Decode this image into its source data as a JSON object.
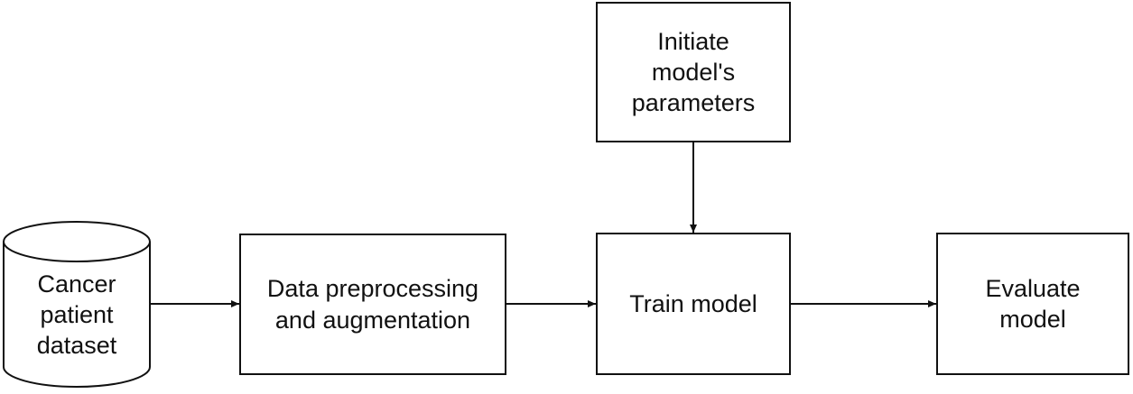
{
  "nodes": {
    "dataset": {
      "label": "Cancer\npatient\ndataset",
      "shape": "cylinder"
    },
    "preprocess": {
      "label": "Data preprocessing\nand augmentation",
      "shape": "rectangle"
    },
    "init_params": {
      "label": "Initiate\nmodel's\nparameters",
      "shape": "rectangle"
    },
    "train": {
      "label": "Train model",
      "shape": "rectangle"
    },
    "evaluate": {
      "label": "Evaluate\nmodel",
      "shape": "rectangle"
    }
  },
  "edges": [
    {
      "from": "dataset",
      "to": "preprocess"
    },
    {
      "from": "preprocess",
      "to": "train"
    },
    {
      "from": "init_params",
      "to": "train"
    },
    {
      "from": "train",
      "to": "evaluate"
    }
  ],
  "colors": {
    "stroke": "#111111",
    "fill": "#ffffff",
    "text": "#111111"
  }
}
